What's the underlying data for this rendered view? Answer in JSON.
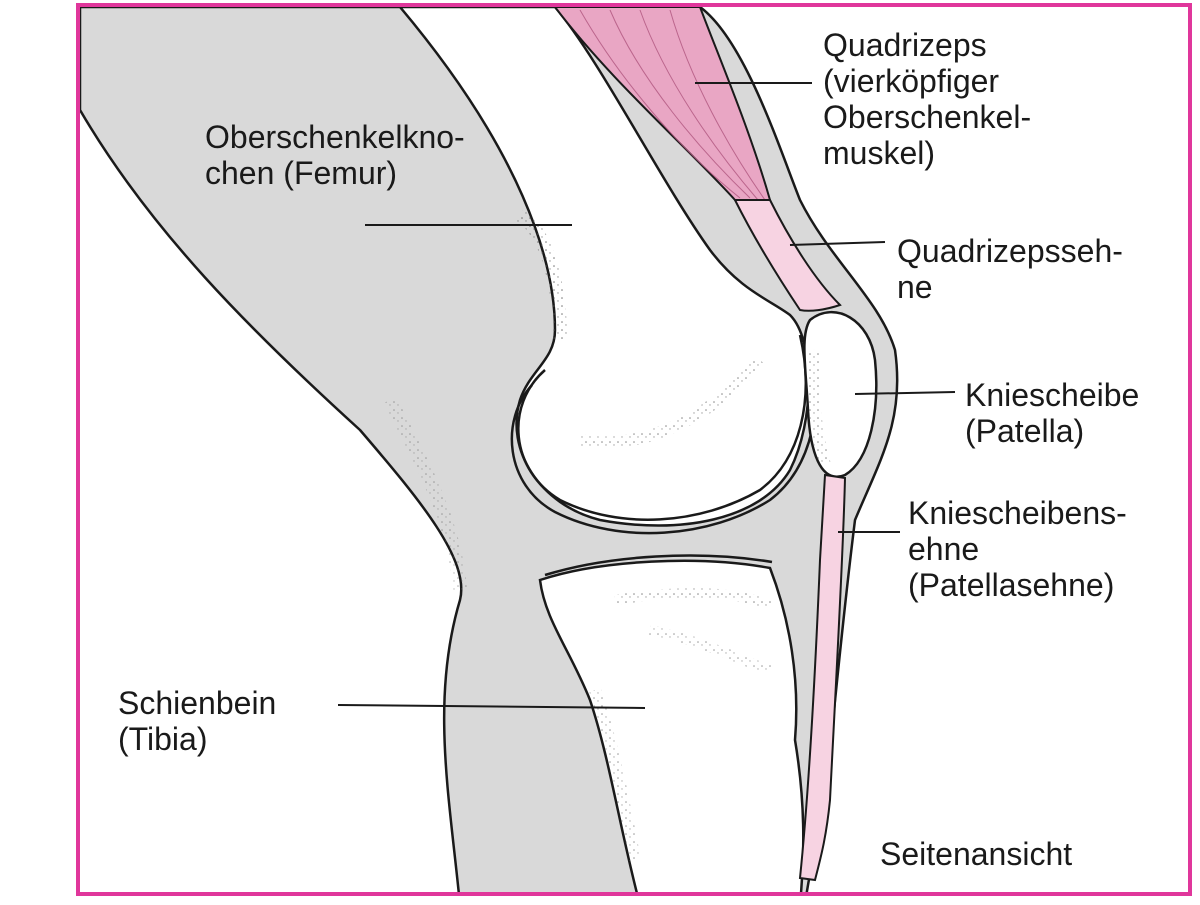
{
  "labels": {
    "femur": [
      "Oberschenkelkno-",
      "chen (Femur)"
    ],
    "quadriceps": [
      "Quadrizeps",
      "(vierköpfiger",
      "Oberschenkel-",
      "muskel)"
    ],
    "quadriceps_tendon": [
      "Quadrizepsseh-",
      "ne"
    ],
    "patella": [
      "Kniescheibe",
      "(Patella)"
    ],
    "patellar_tendon": [
      "Kniescheibens-",
      "ehne",
      "(Patellasehne)"
    ],
    "tibia": [
      "Schienbein",
      "(Tibia)"
    ],
    "view": "Seitenansicht"
  },
  "colors": {
    "frame": "#e0369b",
    "soft_tissue": "#d9d9d9",
    "bone": "#ffffff",
    "muscle": "#e9a6c4",
    "tendon": "#f7d3e2",
    "outline": "#1a1a1a"
  }
}
